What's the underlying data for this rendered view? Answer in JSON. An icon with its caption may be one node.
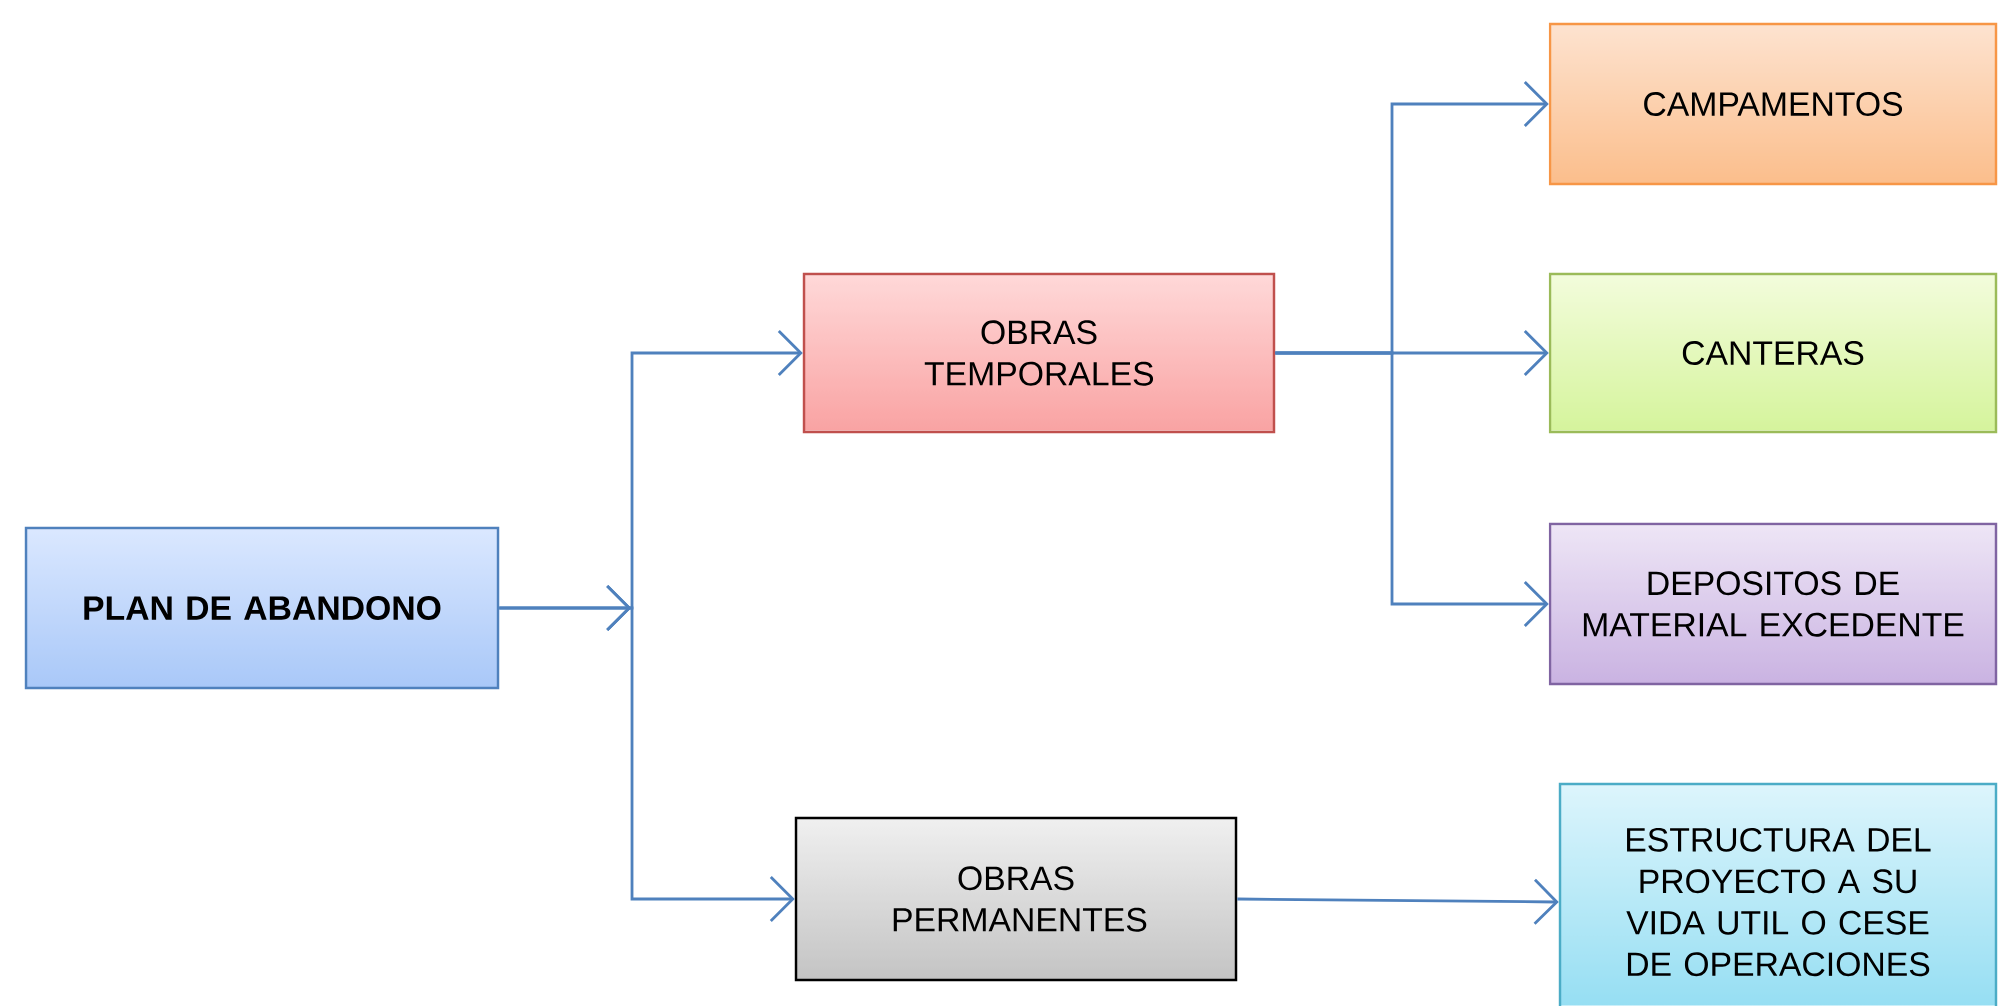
{
  "diagram": {
    "nodes": [
      {
        "text": [
          "PLAN DE ABANDONO"
        ]
      },
      {
        "text": [
          "OBRAS TEMPORALES"
        ]
      },
      {
        "text": [
          "OBRAS PERMANENTES"
        ]
      },
      {
        "text": [
          "CAMPAMENTOS"
        ]
      },
      {
        "text": [
          "CANTERAS"
        ]
      },
      {
        "text": [
          "DEPOSITOS DE MATERIAL EXCEDENTE"
        ]
      },
      {
        "text": [
          "ESTRUCTURA DEL PROYECTO A SU VIDA UTIL O CESE DE OPERACIONES"
        ]
      }
    ],
    "edges": [
      {
        "from": 0,
        "to": 1,
        "arrow": "to"
      },
      {
        "from": 0,
        "to": 2,
        "arrow": "to"
      },
      {
        "from": 1,
        "to": 3,
        "arrow": "to"
      },
      {
        "from": 1,
        "to": 4,
        "arrow": "to"
      },
      {
        "from": 1,
        "to": 5,
        "arrow": "to"
      },
      {
        "from": 2,
        "to": 6,
        "arrow": "to"
      }
    ]
  }
}
